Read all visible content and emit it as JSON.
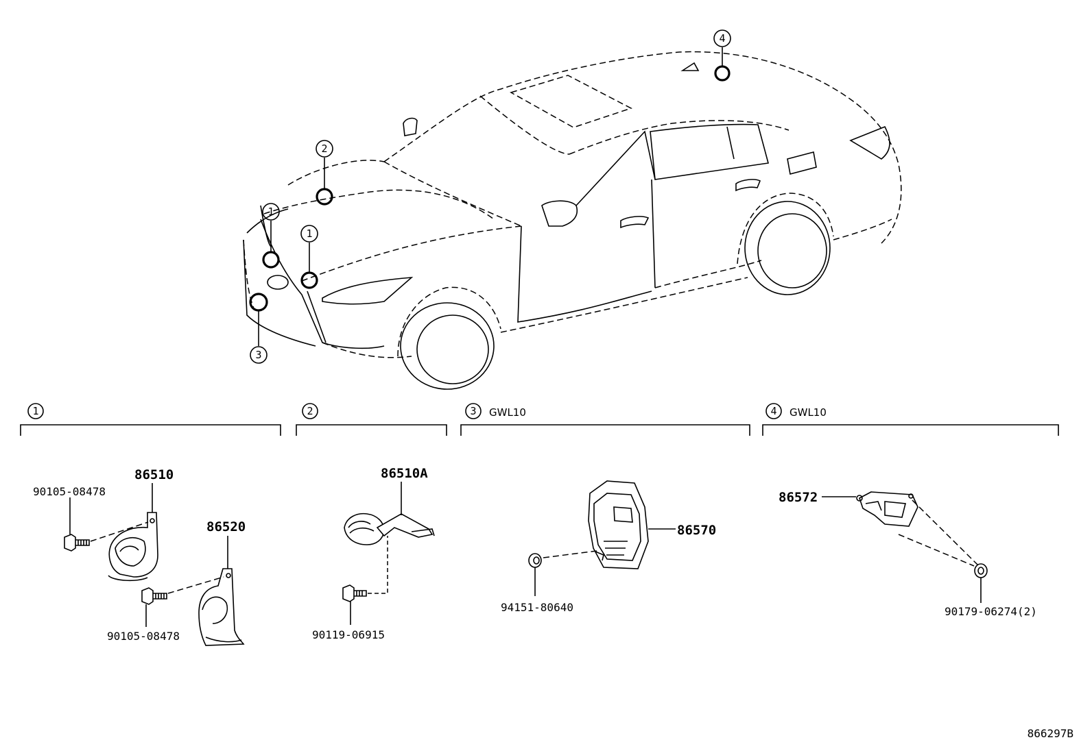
{
  "callouts": {
    "c1": "1",
    "c2": "2",
    "c3": "3",
    "c4": "4"
  },
  "sections": [
    {
      "num": "1",
      "tag": ""
    },
    {
      "num": "2",
      "tag": ""
    },
    {
      "num": "3",
      "tag": "GWL10"
    },
    {
      "num": "4",
      "tag": "GWL10"
    }
  ],
  "parts": {
    "s1_horn_high": "86510",
    "s1_bolt_a": "90105-08478",
    "s1_horn_low": "86520",
    "s1_bolt_b": "90105-08478",
    "s2_horn": "86510A",
    "s2_bolt": "90119-06915",
    "s3_unit": "86570",
    "s3_nut": "94151-80640",
    "s4_unit": "86572",
    "s4_clip": "90179-06274(2)"
  },
  "diagram_id": "866297B"
}
